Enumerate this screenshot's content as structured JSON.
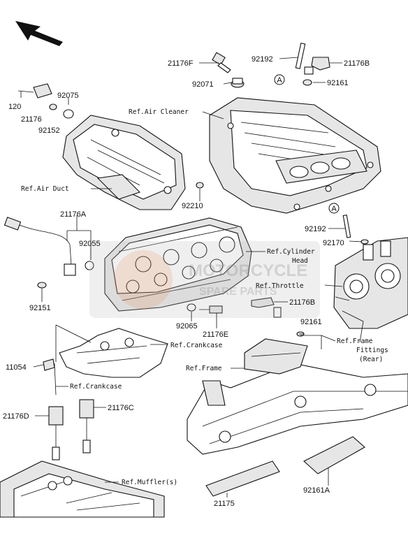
{
  "part_numbers": {
    "p21176F": "21176F",
    "p92192_top": "92192",
    "p21176B_top": "21176B",
    "p92071": "92071",
    "p92161_top": "92161",
    "p120": "120",
    "p92075": "92075",
    "p21176": "21176",
    "p92152": "92152",
    "p92210": "92210",
    "p21176A": "21176A",
    "p92055": "92055",
    "p92151": "92151",
    "p92065": "92065",
    "p21176E": "21176E",
    "p92192_mid": "92192",
    "p92170": "92170",
    "p21176B_mid": "21176B",
    "p92161_mid": "92161",
    "p11054": "11054",
    "p21176D": "21176D",
    "p21176C": "21176C",
    "p92161A": "92161A",
    "p21175": "21175"
  },
  "references": {
    "air_cleaner": "Ref.Air Cleaner",
    "air_duct": "Ref.Air Duct",
    "cylinder_head_1": "Ref.Cylinder",
    "cylinder_head_2": "Head",
    "throttle": "Ref.Throttle",
    "crankcase_1": "Ref.Crankcase",
    "crankcase_2": "Ref.Crankcase",
    "frame_fittings_1": "Ref.Frame",
    "frame_fittings_2": "Fittings",
    "frame_fittings_3": "(Rear)",
    "frame": "Ref.Frame",
    "muffler": "Ref.Muffler(s)"
  },
  "markers": {
    "a1": "A",
    "a2": "A"
  },
  "watermark": {
    "line1": "MOTORCYCLE",
    "line2": "SPARE PARTS"
  },
  "colors": {
    "ink": "#111111",
    "watermark": "#9a9a9a",
    "watermark_accent": "#d98b5a"
  }
}
